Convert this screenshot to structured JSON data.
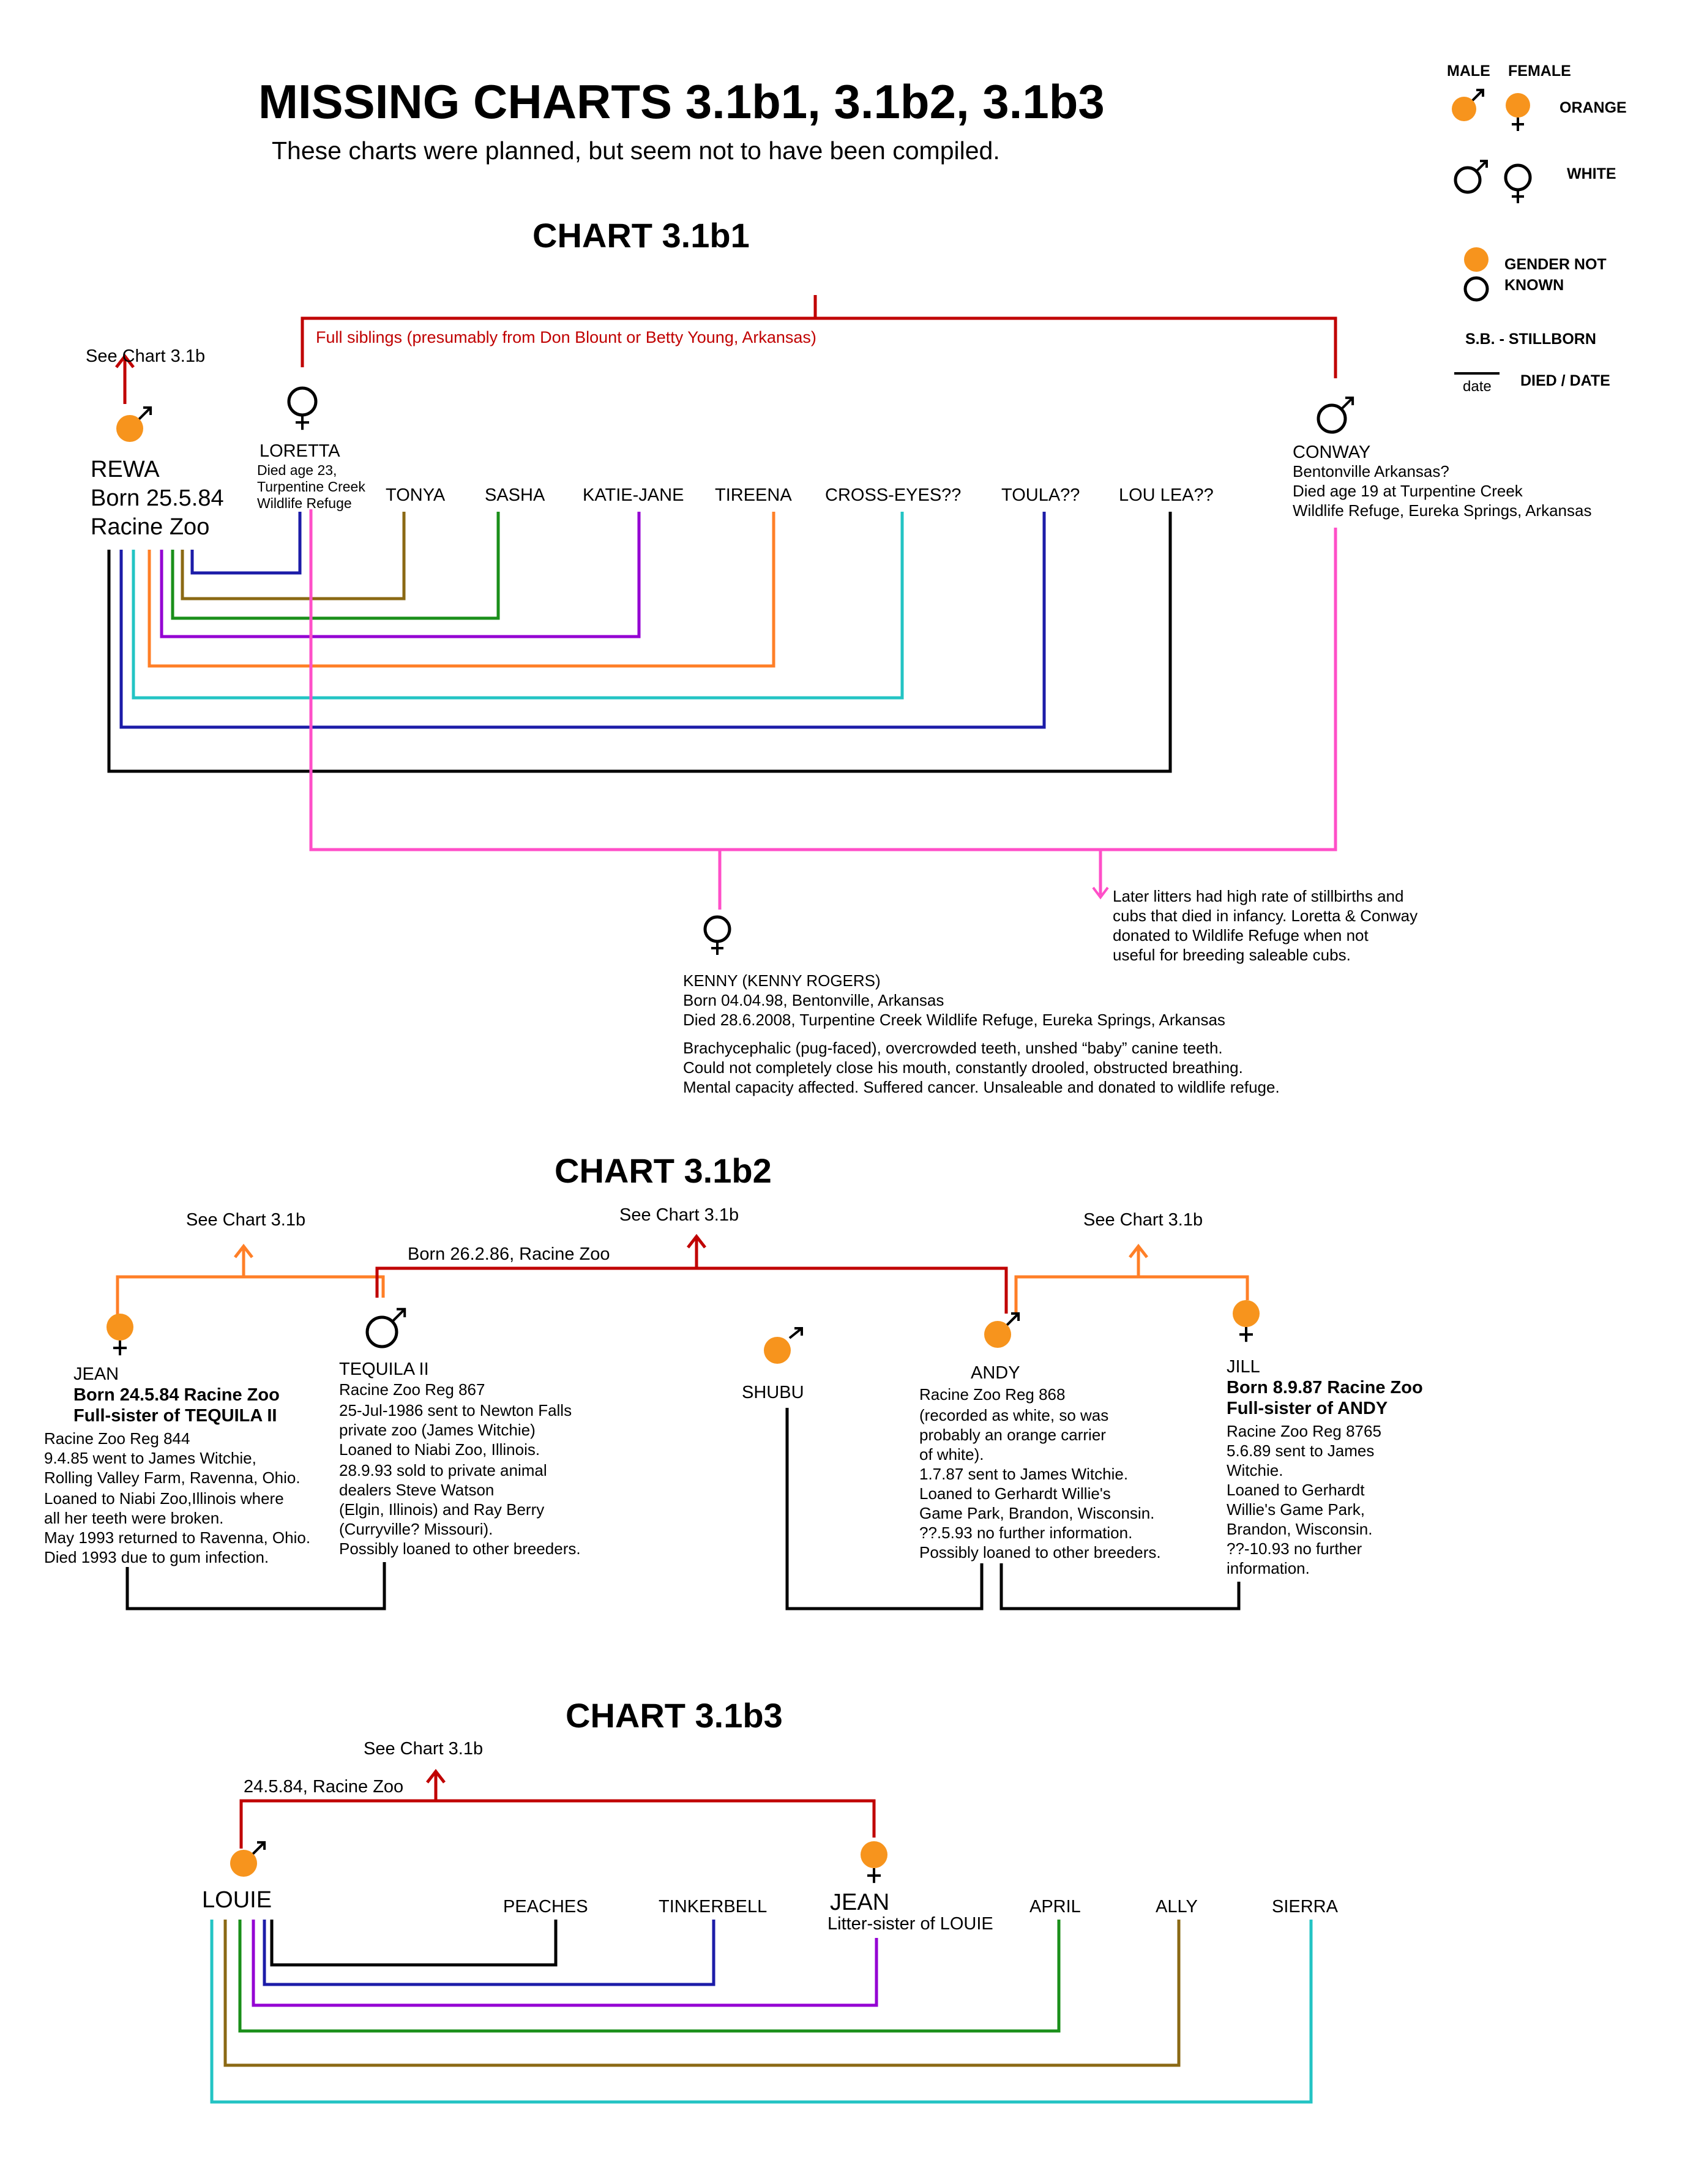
{
  "header": {
    "title": "MISSING CHARTS 3.1b1, 3.1b2, 3.1b3",
    "subtitle": "These charts were planned, but seem not to have been compiled."
  },
  "legend": {
    "male": "MALE",
    "female": "FEMALE",
    "orange": "ORANGE",
    "white": "WHITE",
    "gender_unknown": [
      "GENDER NOT",
      "KNOWN"
    ],
    "stillborn": "S.B.  - STILLBORN",
    "date": "date",
    "died": "DIED / DATE"
  },
  "colors": {
    "orange": "#f7941d",
    "red": "#c00000",
    "pink": "#ff4fc8",
    "olive": "#8b6914",
    "green": "#1a8f1a",
    "purple": "#9400d3",
    "lineorange": "#ff7f27",
    "cyan": "#23c4c4",
    "blue": "#1c1ca8",
    "black": "#000000"
  },
  "chart1": {
    "title": "CHART 3.1b1",
    "see_ref": "See Chart 3.1b",
    "siblings_note": "Full siblings (presumably from Don Blount or Betty Young, Arkansas)",
    "rewa": [
      "REWA",
      "Born 25.5.84",
      "Racine Zoo"
    ],
    "loretta_name": "LORETTA",
    "loretta_note": [
      "Died age 23,",
      "Turpentine Creek",
      "Wildlife Refuge"
    ],
    "offspring": [
      "TONYA",
      "SASHA",
      "KATIE-JANE",
      "TIREENA",
      "CROSS-EYES??",
      "TOULA??",
      "LOU LEA??"
    ],
    "conway_name": "CONWAY",
    "conway_note": [
      "Bentonville Arkansas?",
      "Died age 19 at Turpentine Creek",
      "Wildlife Refuge, Eureka Springs, Arkansas"
    ],
    "later_note": [
      "Later litters had high rate of stillbirths and",
      "cubs  that died in infancy.  Loretta & Conway",
      "donated to Wildlife Refuge when not",
      "useful for breeding saleable cubs."
    ],
    "kenny_name": "KENNY  (KENNY ROGERS)",
    "kenny_info": [
      "Born 04.04.98, Bentonville, Arkansas",
      "Died 28.6.2008, Turpentine Creek Wildlife Refuge, Eureka Springs, Arkansas"
    ],
    "kenny_desc": [
      "Brachycephalic (pug-faced), overcrowded teeth, unshed “baby” canine teeth.",
      "Could not completely close his mouth, constantly drooled, obstructed breathing.",
      "Mental capacity affected. Suffered cancer.  Unsaleable and donated to wildlife refuge."
    ]
  },
  "chart2": {
    "title": "CHART 3.1b2",
    "see_ref": "See Chart 3.1b",
    "born_note": "Born 26.2.86, Racine Zoo",
    "jean_name": "JEAN",
    "jean_bold": [
      "Born 24.5.84 Racine Zoo",
      "Full-sister of TEQUILA II"
    ],
    "jean_info": [
      "Racine Zoo Reg 844",
      "9.4.85 went to James Witchie,",
      "Rolling Valley Farm, Ravenna, Ohio.",
      "Loaned to Niabi  Zoo,Illinois where",
      "all her teeth were broken.",
      "May 1993 returned to Ravenna, Ohio.",
      "Died 1993 due to gum infection."
    ],
    "tequila_name": "TEQUILA II",
    "tequila_info": [
      "Racine Zoo Reg 867",
      " 25-Jul-1986 sent to Newton Falls",
      " private zoo (James Witchie)",
      " Loaned to Niabi Zoo, Illinois.",
      " 28.9.93 sold to private animal",
      " dealers Steve Watson",
      " (Elgin, Illinois) and Ray Berry",
      " (Curryville? Missouri).",
      " Possibly loaned to other breeders."
    ],
    "shubu_name": "SHUBU",
    "unknown_mark": "?",
    "andy_name": "ANDY",
    "andy_info": [
      "Racine Zoo Reg 868",
      "(recorded as white, so was",
      "probably an orange carrier",
      "of white).",
      "1.7.87 sent to James Witchie.",
      "Loaned to Gerhardt Willie's",
      "Game Park, Brandon, Wisconsin.",
      "??.5.93 no further information.",
      "Possibly loaned to other breeders."
    ],
    "jill_name": "JILL",
    "jill_bold": [
      "Born 8.9.87 Racine Zoo",
      "Full-sister of ANDY"
    ],
    "jill_info": [
      "Racine Zoo Reg 8765",
      "5.6.89 sent to James",
      "Witchie.",
      "Loaned to Gerhardt",
      "Willie's Game Park,",
      "Brandon, Wisconsin.",
      "??-10.93 no further",
      "information."
    ]
  },
  "chart3": {
    "title": "CHART 3.1b3",
    "see_ref": "See Chart 3.1b",
    "born_note": "24.5.84, Racine Zoo",
    "louie_name": "LOUIE",
    "jean_name": "JEAN",
    "jean_note": "Litter-sister of LOUIE",
    "offspring": [
      "PEACHES",
      "TINKERBELL",
      "APRIL",
      "ALLY",
      "SIERRA"
    ]
  }
}
